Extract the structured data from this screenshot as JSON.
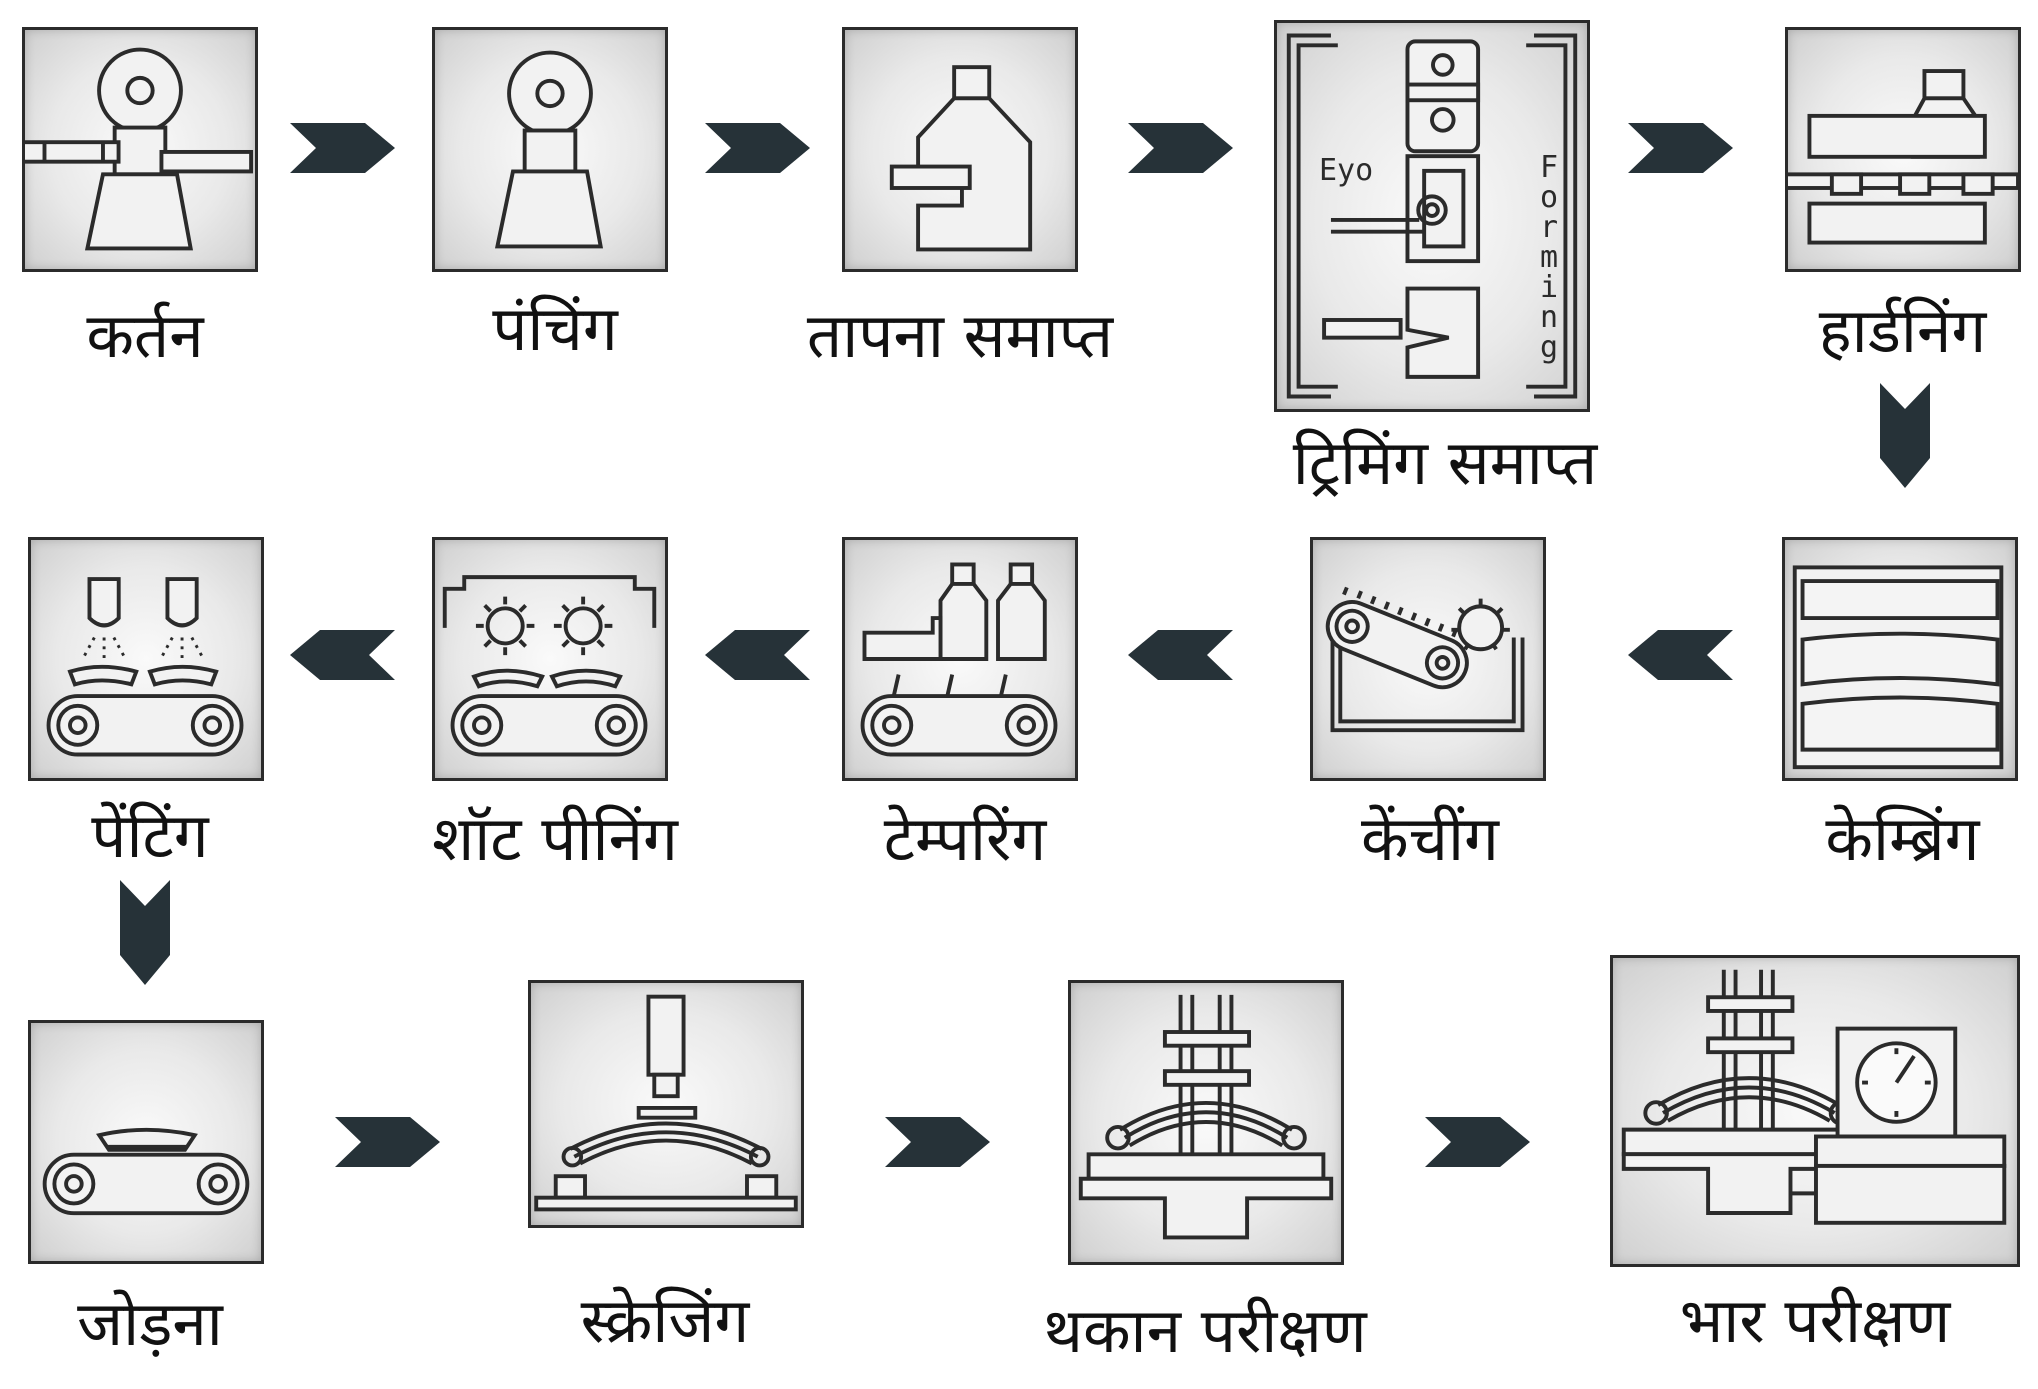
{
  "steps": [
    {
      "id": "cutting",
      "label": "कर्तन"
    },
    {
      "id": "punching",
      "label": "पंचिंग"
    },
    {
      "id": "finish-heating",
      "label": "तापना समाप्त"
    },
    {
      "id": "finish-trimming",
      "label": "ट्रिमिंग समाप्त",
      "inner_text": [
        "Eyo",
        "Forming"
      ]
    },
    {
      "id": "hardening",
      "label": "हार्डनिंग"
    },
    {
      "id": "cambering",
      "label": "केम्ब्रिंग"
    },
    {
      "id": "quenching",
      "label": "केंचींग"
    },
    {
      "id": "tempering",
      "label": "टेम्परिंग"
    },
    {
      "id": "shot-peening",
      "label": "शॉट पीनिंग"
    },
    {
      "id": "painting",
      "label": "पेंटिंग"
    },
    {
      "id": "joining",
      "label": "जोड़ना"
    },
    {
      "id": "scragging",
      "label": "स्क्रेजिंग"
    },
    {
      "id": "fatigue-test",
      "label": "थकान परीक्षण"
    },
    {
      "id": "load-test",
      "label": "भार परीक्षण"
    }
  ],
  "colors": {
    "arrow": "#263238",
    "line": "#2b2b2b",
    "box_light": "#fafafa",
    "box_dark": "#cfcfcf"
  }
}
